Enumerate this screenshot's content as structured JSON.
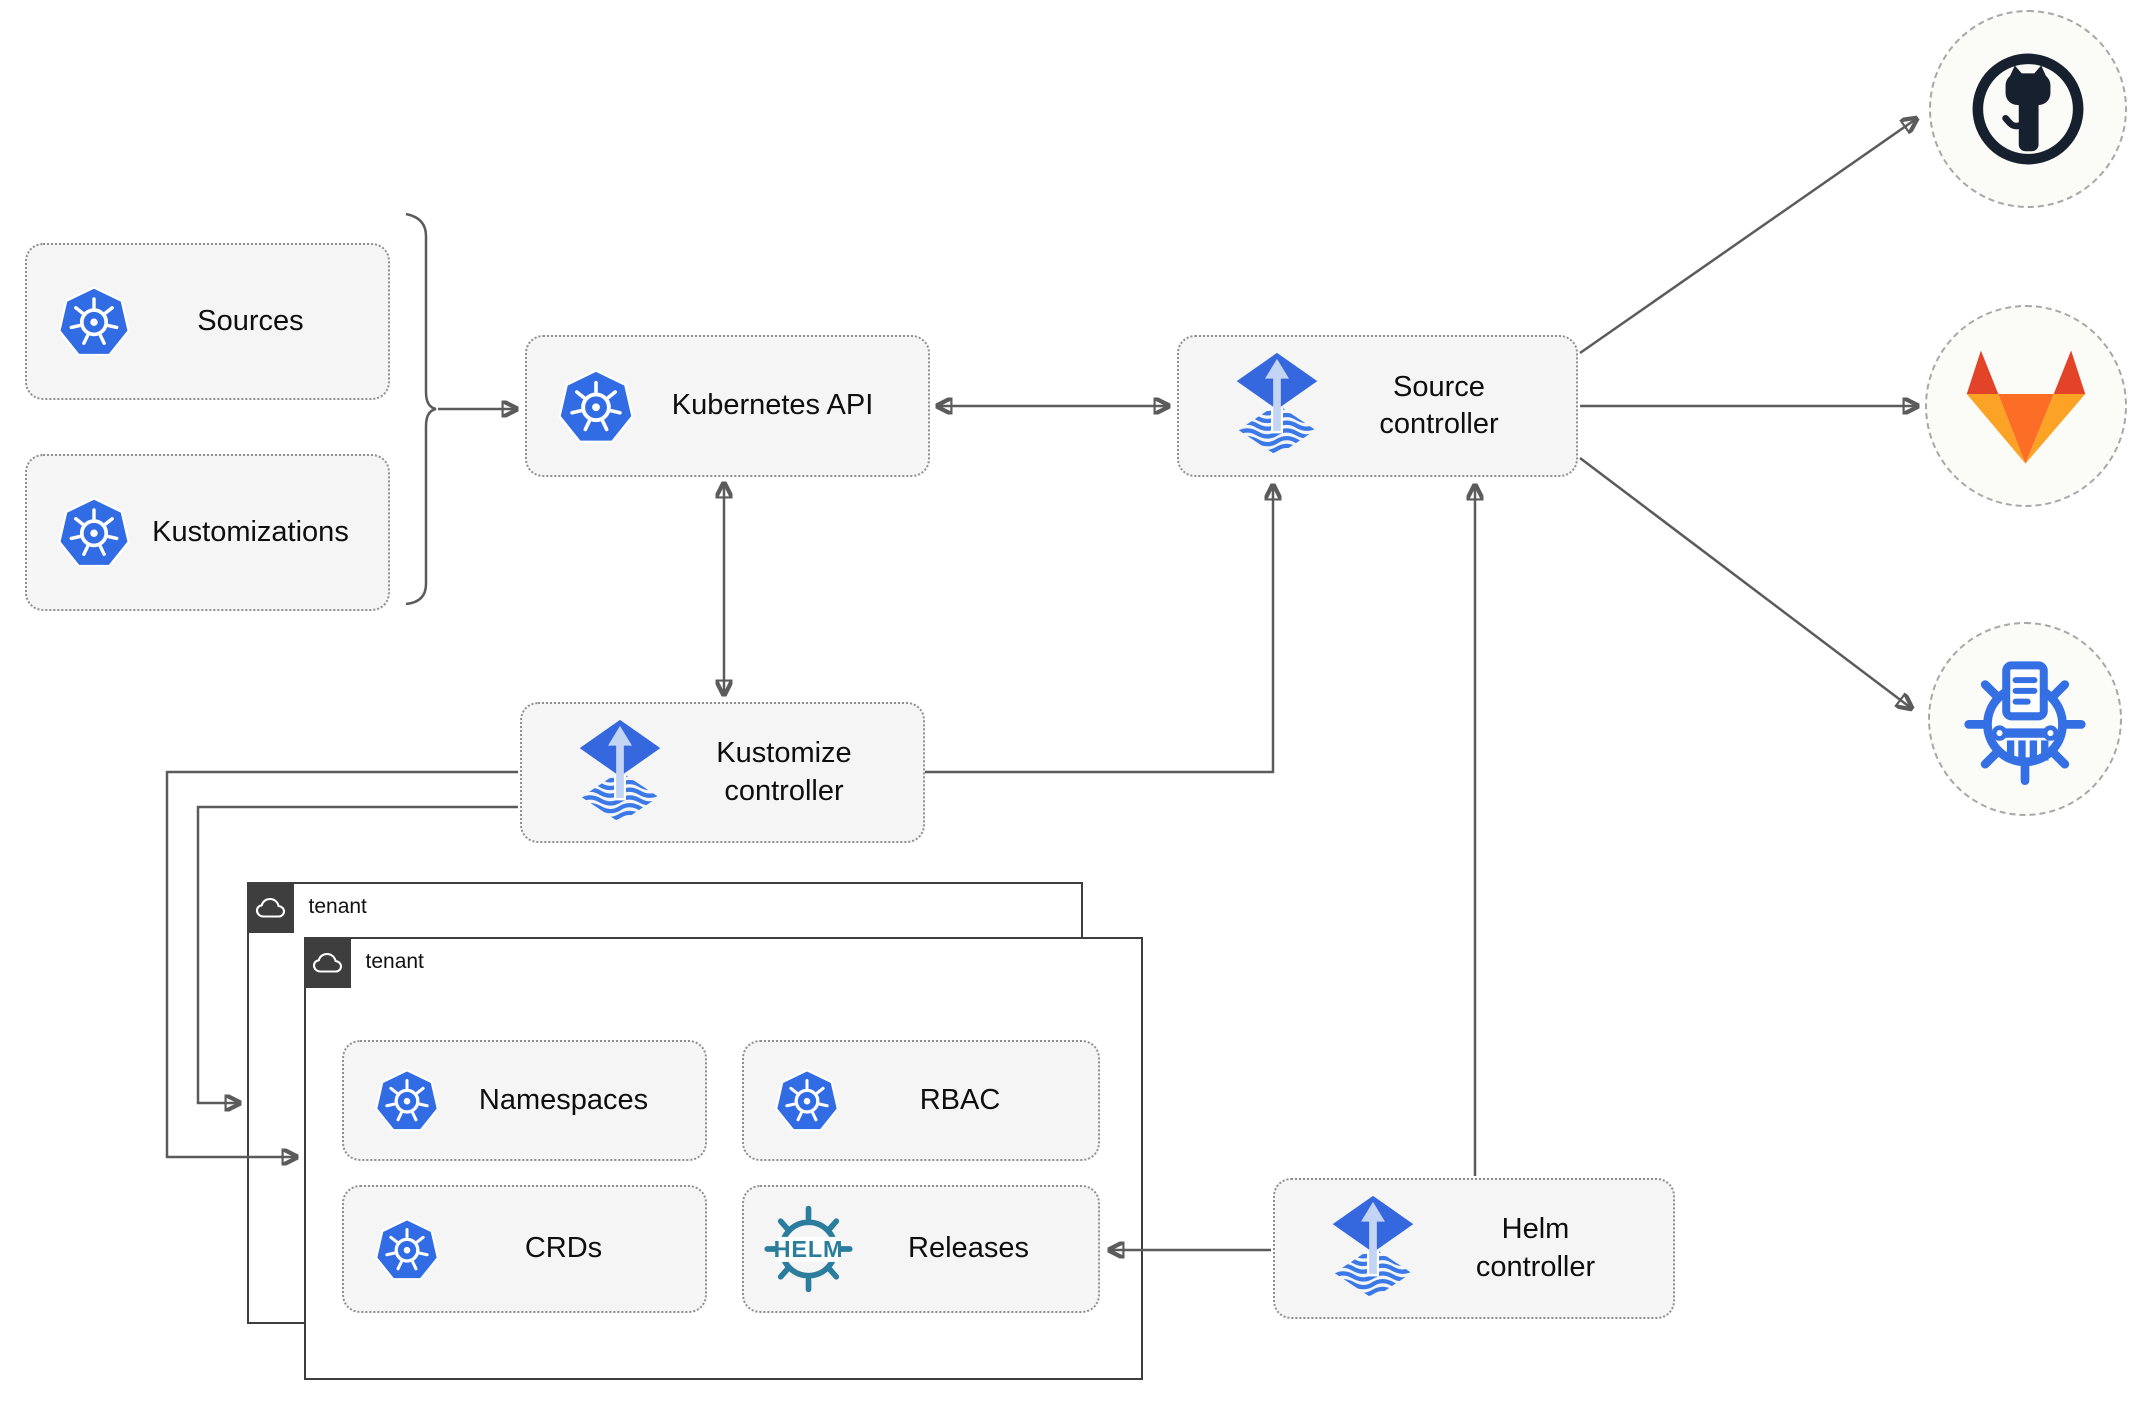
{
  "nodes": {
    "sources": {
      "label": "Sources",
      "icon": "kubernetes"
    },
    "kustomizations": {
      "label": "Kustomizations",
      "icon": "kubernetes"
    },
    "kubernetes_api": {
      "label": "Kubernetes API",
      "icon": "kubernetes"
    },
    "source_controller": {
      "label": "Source\ncontroller",
      "icon": "flux"
    },
    "kustomize_controller": {
      "label": "Kustomize\ncontroller",
      "icon": "flux"
    },
    "helm_controller": {
      "label": "Helm\ncontroller",
      "icon": "flux"
    },
    "namespaces": {
      "label": "Namespaces",
      "icon": "kubernetes"
    },
    "rbac": {
      "label": "RBAC",
      "icon": "kubernetes"
    },
    "crds": {
      "label": "CRDs",
      "icon": "kubernetes"
    },
    "releases": {
      "label": "Releases",
      "icon": "helm"
    }
  },
  "groups": {
    "outer_tenant": {
      "label": "tenant",
      "icon": "cloud"
    },
    "inner_tenant": {
      "label": "tenant",
      "icon": "cloud"
    }
  },
  "endpoints": {
    "github": {
      "icon": "github"
    },
    "gitlab": {
      "icon": "gitlab"
    },
    "chartmuseum": {
      "icon": "chartmuseum"
    }
  },
  "icons": {
    "helm_wheel_text": "HELM"
  },
  "colors": {
    "kubernetes_blue": "#326CE5",
    "flux_diamond_blue": "#3567DF",
    "flux_stripe_blue": "#3B79E8",
    "flux_arrow_light": "#C4D4F4",
    "helm_teal": "#2A7D9C",
    "chartmuseum_blue": "#3470E4",
    "github_dark": "#16202E",
    "gitlab_dark_orange": "#E24329",
    "gitlab_orange": "#FC6D26",
    "gitlab_light_orange": "#FCA326",
    "node_fill": "#F5F5F5",
    "node_border": "#8F8F8F",
    "tenant_border": "#3E3E3E",
    "connector_gray": "#5B5B5B"
  }
}
